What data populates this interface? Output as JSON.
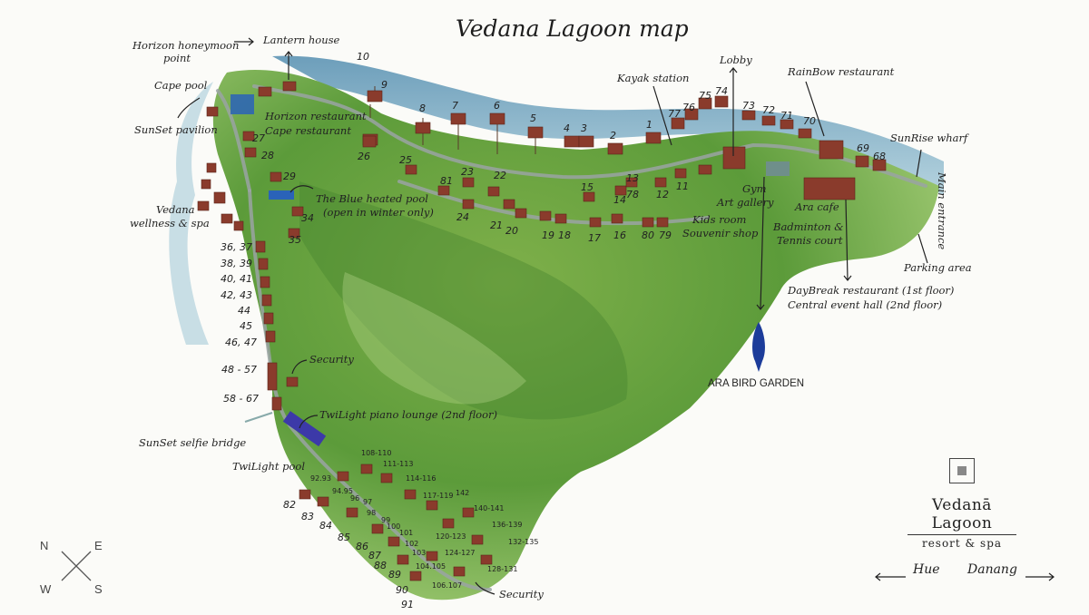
{
  "title": "Vedana Lagoon map",
  "labels": {
    "horizon_honeymoon": "Horizon honeymoon",
    "point": "point",
    "lantern_house": "Lantern house",
    "cape_pool": "Cape pool",
    "sunset_pavilion": "SunSet pavilion",
    "horizon_restaurant": "Horizon restaurant",
    "cape_restaurant": "Cape restaurant",
    "vedana": "Vedana",
    "wellness_spa": "wellness & spa",
    "blue_pool": "The Blue heated pool",
    "blue_pool_note": "(open in winter only)",
    "security_1": "Security",
    "twilight_lounge": "TwiLight piano lounge (2nd floor)",
    "sunset_selfie": "SunSet selfie bridge",
    "twilight_pool": "TwiLight pool",
    "security_2": "Security",
    "kayak": "Kayak station",
    "lobby": "Lobby",
    "rainbow": "RainBow restaurant",
    "sunrise_wharf": "SunRise wharf",
    "main_entrance": "Main entrance",
    "gym": "Gym",
    "art_gallery": "Art gallery",
    "ara_cafe": "Ara cafe",
    "kids_room": "Kids room",
    "souvenir": "Souvenir shop",
    "badminton": "Badminton &",
    "tennis": "Tennis court",
    "parking": "Parking area",
    "daybreak": "DayBreak restaurant (1st floor)",
    "event_hall": "Central event hall (2nd floor)",
    "bird_garden": "ARA BIRD GARDEN"
  },
  "villa_numbers_left": [
    "36, 37",
    "38, 39",
    "40, 41",
    "42, 43",
    "44",
    "45",
    "46, 47",
    "48 - 57",
    "58 - 67"
  ],
  "villa_numbers_top": {
    "n10": "10",
    "n9": "9",
    "n8": "8",
    "n7": "7",
    "n6": "6",
    "n5": "5",
    "n4": "4",
    "n3": "3",
    "n2": "2",
    "n1": "1",
    "n77": "77",
    "n76": "76",
    "n75": "75",
    "n74": "74",
    "n73": "73",
    "n72": "72",
    "n71": "71",
    "n70": "70",
    "n69": "69",
    "n68": "68",
    "n27": "27",
    "n28": "28",
    "n26": "26",
    "n29": "29",
    "n25": "25",
    "n81": "81",
    "n23": "23",
    "n22": "22",
    "n24": "24",
    "n34": "34",
    "n35": "35",
    "n21": "21",
    "n20": "20",
    "n19": "19",
    "n18": "18",
    "n17": "17",
    "n16": "16",
    "n15": "15",
    "n14": "14",
    "n78": "78",
    "n13": "13",
    "n12": "12",
    "n11": "11",
    "n80": "80",
    "n79": "79"
  },
  "villa_numbers_south": {
    "a": "108-110",
    "b": "111-113",
    "c": "114-116",
    "d": "117-119",
    "e": "142",
    "f": "140-141",
    "g": "136-139",
    "h": "132-135",
    "i": "128-131",
    "j": "124-127",
    "k": "120-123",
    "l": "92.93",
    "m": "94.95",
    "n": "96",
    "o": "97",
    "p": "98",
    "q": "99",
    "r": "100",
    "s": "101",
    "t": "102",
    "u": "103",
    "v": "104.105",
    "w": "106.107",
    "x82": "82",
    "x83": "83",
    "x84": "84",
    "x85": "85",
    "x86": "86",
    "x87": "87",
    "x88": "88",
    "x89": "89",
    "x90": "90",
    "x91": "91"
  },
  "logo": {
    "name": "Vedanā Lagoon",
    "sub": "resort & spa"
  },
  "compass": {
    "n": "N",
    "e": "E",
    "w": "W",
    "s": "S"
  },
  "directions": {
    "hue": "Hue",
    "danang": "Danang"
  }
}
